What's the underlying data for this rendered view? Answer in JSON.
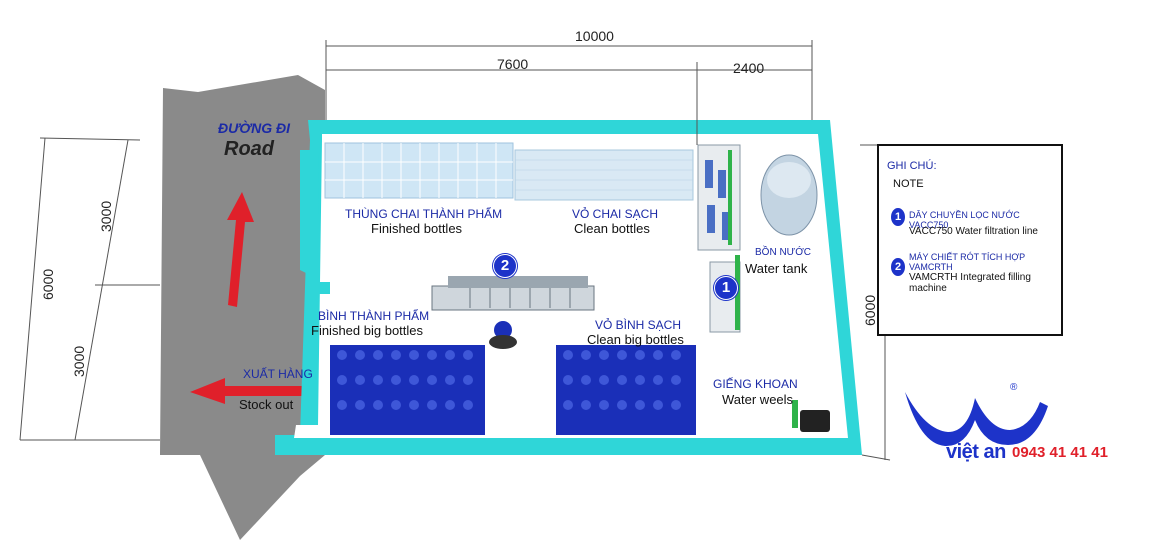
{
  "dimensions": {
    "total_width": "10000",
    "left_width": "7600",
    "right_width": "2400",
    "left_total_height": "6000",
    "left_upper": "3000",
    "left_lower": "3000",
    "right_height": "6000"
  },
  "road": {
    "label_vi": "ĐƯỜNG ĐI",
    "label_en": "Road"
  },
  "stock_out": {
    "label_vi": "XUẤT HÀNG",
    "label_en": "Stock out"
  },
  "zones": {
    "finished_bottles": {
      "vi": "THÙNG CHAI THÀNH PHẨM",
      "en": "Finished bottles"
    },
    "clean_bottles": {
      "vi": "VỎ CHAI SẠCH",
      "en": "Clean bottles"
    },
    "water_tank": {
      "vi": "BỒN NƯỚC",
      "en": "Water tank"
    },
    "finished_big_bottles": {
      "vi": "BÌNH THÀNH PHẨM",
      "en": "Finished big bottles"
    },
    "clean_big_bottles": {
      "vi": "VỎ BÌNH SẠCH",
      "en": "Clean big bottles"
    },
    "water_wells": {
      "vi": "GIẾNG KHOAN",
      "en": "Water weels"
    }
  },
  "markers": {
    "m1": "1",
    "m2": "2"
  },
  "note": {
    "title": "GHI CHÚ:",
    "subtitle": "NOTE",
    "items": [
      {
        "num": "1",
        "vi": "DÂY CHUYỀN LỌC NƯỚC VACC750",
        "en": "VACC750 Water filtration line"
      },
      {
        "num": "2",
        "vi": "MÁY CHIẾT RÓT TÍCH HỢP VAMCRTH",
        "en": "VAMCRTH Integrated filling machine"
      }
    ]
  },
  "brand": {
    "name": "việt an",
    "phone": "0943 41 41 41",
    "reg": "®"
  },
  "colors": {
    "wall": "#2fd6d8",
    "wall_dark": "#1aa9ad",
    "road": "#8a8a8a",
    "arrow": "#e0202a",
    "accent": "#1d33c9",
    "bottle_blue": "#1a2fb8"
  }
}
